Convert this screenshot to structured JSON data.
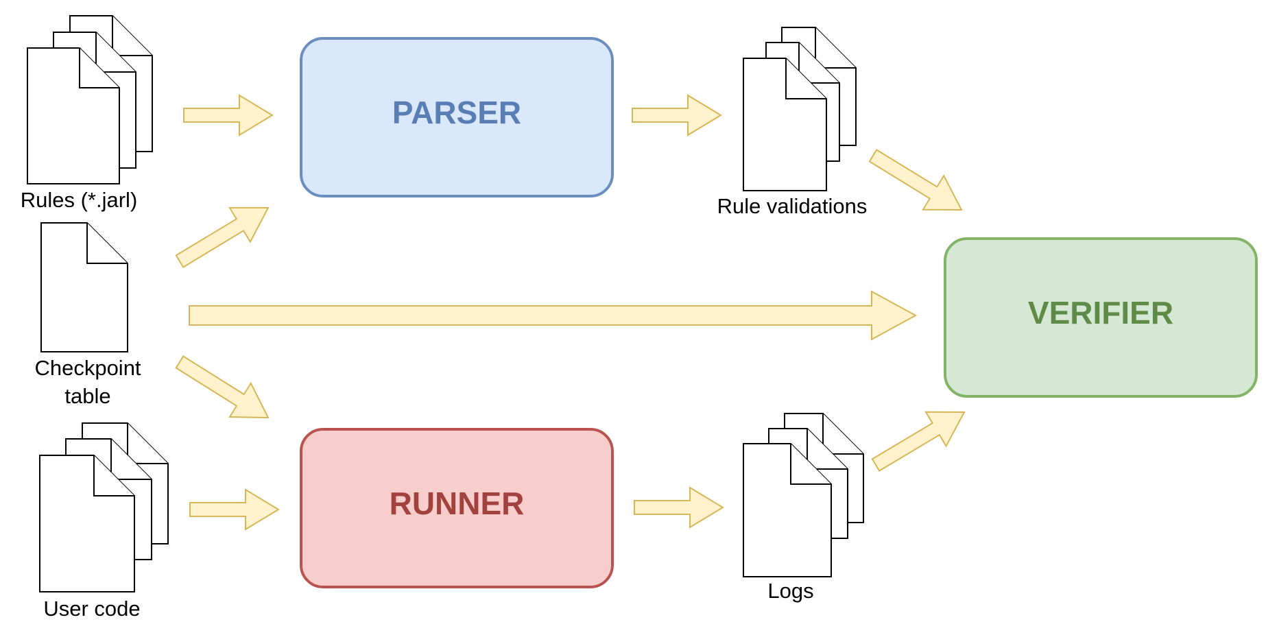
{
  "documents": {
    "rules": {
      "label": "Rules (*.jarl)"
    },
    "checkpoint": {
      "label_lines": [
        "Checkpoint",
        "table"
      ]
    },
    "user_code": {
      "label": "User code"
    },
    "rule_validations": {
      "label": "Rule validations"
    },
    "logs": {
      "label": "Logs"
    }
  },
  "processes": {
    "parser": {
      "label": "PARSER",
      "fill": "#dae8fc",
      "stroke": "#6c8ebf",
      "text_color": "#5a7db3"
    },
    "runner": {
      "label": "RUNNER",
      "fill": "#f8cecc",
      "stroke": "#b85450",
      "text_color": "#a2423e"
    },
    "verifier": {
      "label": "VERIFIER",
      "fill": "#d5e8d4",
      "stroke": "#82b366",
      "text_color": "#5f8a48"
    }
  },
  "colors": {
    "arrow_fill": "#fff2cc",
    "arrow_stroke": "#d6b656"
  }
}
